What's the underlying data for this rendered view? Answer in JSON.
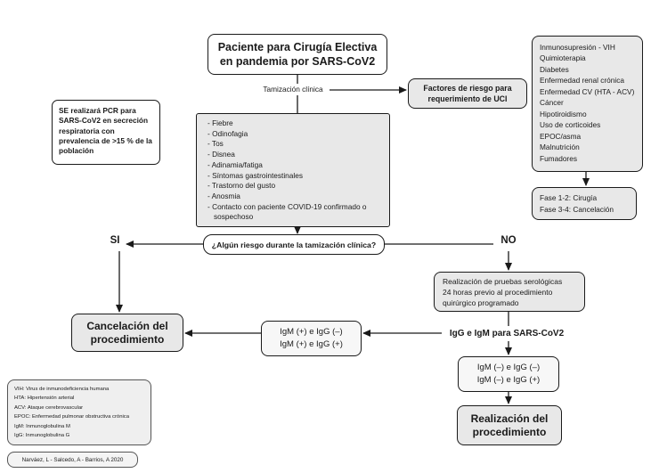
{
  "title_box_lines": [
    "Paciente para Cirugía Electiva",
    "en pandemia por SARS-CoV2"
  ],
  "pcr_note": "SE realizará PCR para SARS-CoV2 en secreción respiratoria con prevalencia de >15 % de la población",
  "tamizacion_label": "Tamización clínica",
  "factores_box_lines": [
    "Factores de riesgo para",
    "requerimiento de UCI"
  ],
  "risk_factors": [
    "Inmunosupresión - VIH",
    "Quimioterapia",
    "Diabetes",
    "Enfermedad renal crónica",
    "Enfermedad CV (HTA - ACV)",
    "Cáncer",
    "Hipotiroidismo",
    "Uso de corticoides",
    "EPOC/asma",
    "Malnutrición",
    "Fumadores"
  ],
  "fase_box_lines": [
    "Fase 1-2: Cirugía",
    "Fase 3-4: Cancelación"
  ],
  "symptoms": [
    "Fiebre",
    "Odinofagia",
    "Tos",
    "Disnea",
    "Adinamia/fatiga",
    "Síntomas gastrointestinales",
    "Trastorno del gusto",
    "Anosmia",
    "Contacto con paciente COVID-19 confirmado o sospechoso"
  ],
  "decision_question": "¿Algún riesgo durante la tamización clínica?",
  "yes_label": "SI",
  "no_label": "NO",
  "cancelacion_box_lines": [
    "Cancelación del",
    "procedimiento"
  ],
  "pruebas_box_lines": [
    "Realización de pruebas serológicas",
    "24 horas previo al procedimiento",
    "quirúrgico programado"
  ],
  "serologia_label": "IgG e IgM para SARS-CoV2",
  "igm_pos_box_lines": [
    "IgM (+) e IgG (–)",
    "IgM (+) e IgG (+)"
  ],
  "igm_neg_box_lines": [
    "IgM (–) e IgG (–)",
    "IgM (–) e IgG (+)"
  ],
  "realizacion_box_lines": [
    "Realización del",
    "procedimiento"
  ],
  "legend_lines": [
    "VIH: Virus de inmunodeficiencia humana",
    "HTA: Hipertensión arterial",
    "ACV: Ataque cerebrovascular",
    "EPOC: Enfermedad pulmonar obstructiva crónica",
    "IgM: Inmunoglobulina  M",
    "IgG: Inmunoglobulina G"
  ],
  "credit": "Narváez, L - Salcedo, A - Barrios, A 2020",
  "colors": {
    "box_fill_gray": "#e8e8e8",
    "box_fill_white": "#ffffff",
    "line_color": "#1a1a1a",
    "background": "#ffffff"
  }
}
